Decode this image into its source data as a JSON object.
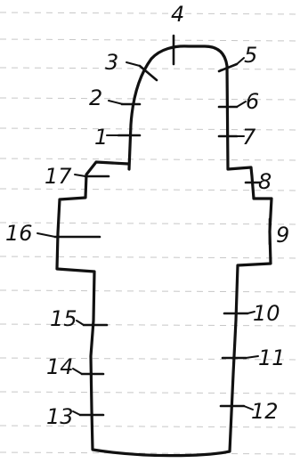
{
  "diagram": {
    "labels": {
      "p1": "1",
      "p2": "2",
      "p3": "3",
      "p4": "4",
      "p5": "5",
      "p6": "6",
      "p7": "7",
      "p8": "8",
      "p9": "9",
      "p10": "10",
      "p11": "11",
      "p12": "12",
      "p13": "13",
      "p14": "14",
      "p15": "15",
      "p16": "16",
      "p17": "17"
    },
    "colors": {
      "ink": "#111111",
      "paper": "#ffffff",
      "ruling": "#9a9a9a"
    }
  }
}
